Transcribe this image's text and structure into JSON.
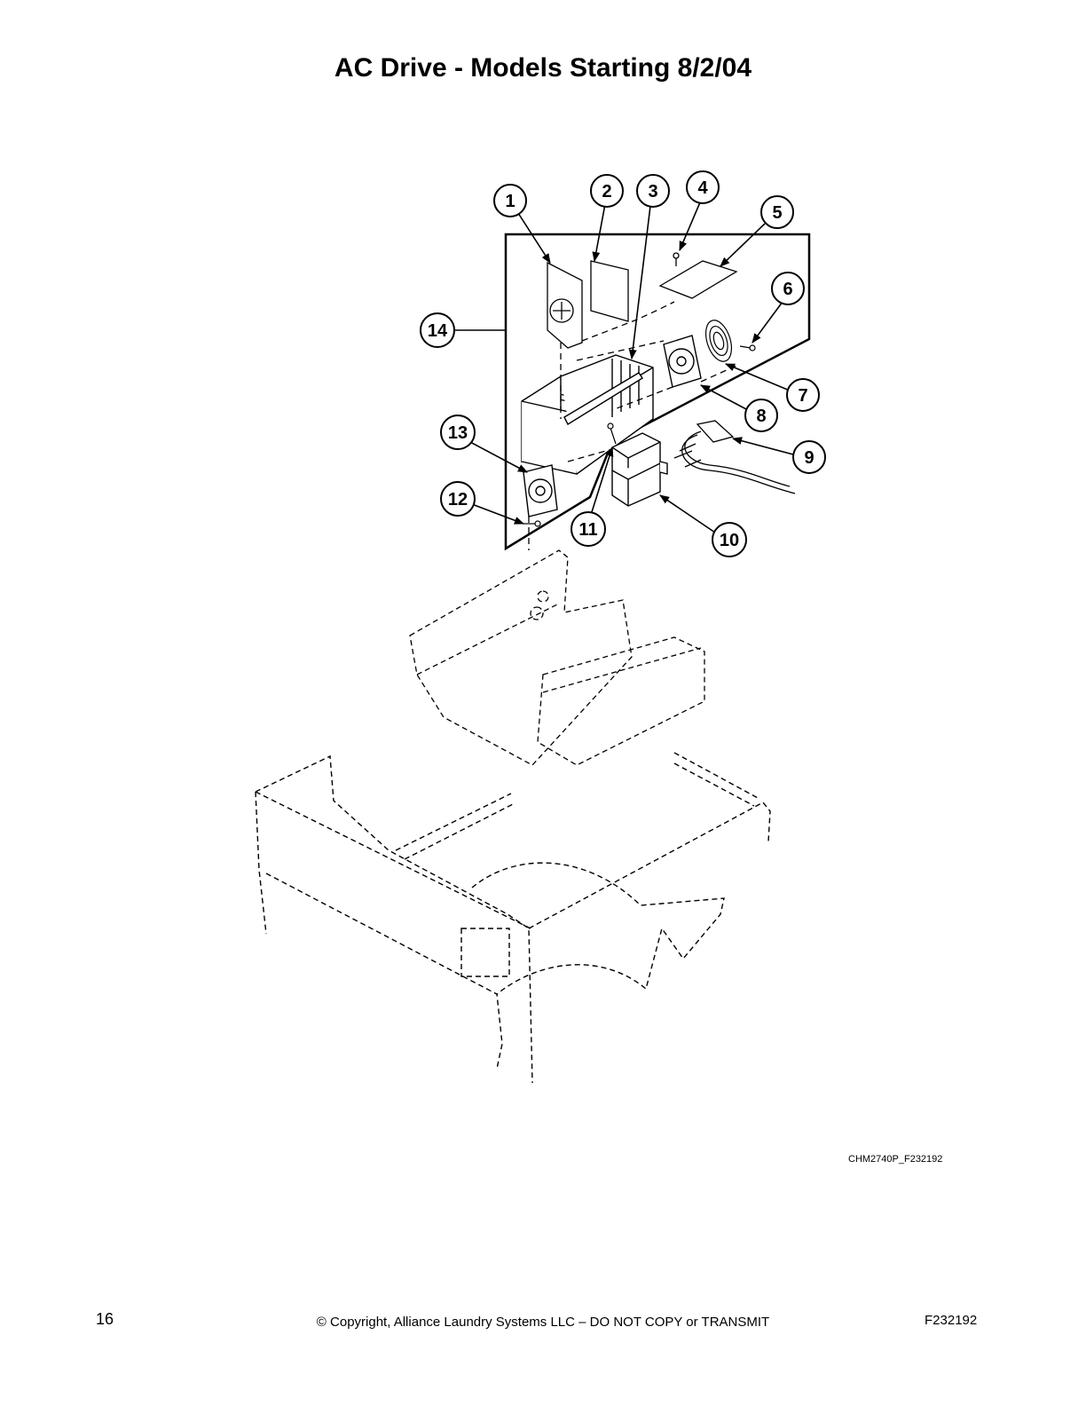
{
  "page": {
    "title": "AC Drive - Models Starting 8/2/04",
    "page_number": "16",
    "copyright": "© Copyright, Alliance Laundry Systems LLC – DO NOT COPY or TRANSMIT",
    "document_code": "F232192"
  },
  "diagram": {
    "drawing_code": "CHM2740P_F232192",
    "callouts": [
      {
        "id": "callout-1",
        "label": "1"
      },
      {
        "id": "callout-2",
        "label": "2"
      },
      {
        "id": "callout-3",
        "label": "3"
      },
      {
        "id": "callout-4",
        "label": "4"
      },
      {
        "id": "callout-5",
        "label": "5"
      },
      {
        "id": "callout-6",
        "label": "6"
      },
      {
        "id": "callout-7",
        "label": "7"
      },
      {
        "id": "callout-8",
        "label": "8"
      },
      {
        "id": "callout-9",
        "label": "9"
      },
      {
        "id": "callout-10",
        "label": "10"
      },
      {
        "id": "callout-11",
        "label": "11"
      },
      {
        "id": "callout-12",
        "label": "12"
      },
      {
        "id": "callout-13",
        "label": "13"
      },
      {
        "id": "callout-14",
        "label": "14"
      }
    ]
  }
}
